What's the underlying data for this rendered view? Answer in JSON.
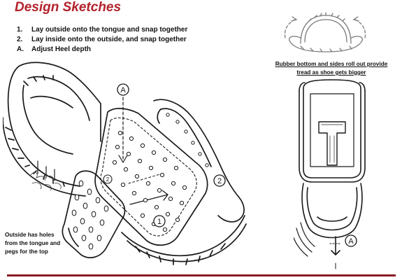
{
  "title": "Design Sketches",
  "colors": {
    "title": "#b3222a",
    "footer_rule": "#8b1b22",
    "ink": "#1a1a1a"
  },
  "steps": [
    {
      "num": "1.",
      "text": "Lay outside onto the tongue and snap together"
    },
    {
      "num": "2.",
      "text": "Lay inside onto the outside, and snap together"
    },
    {
      "num": "A.",
      "text": "Adjust Heel depth"
    }
  ],
  "captions": {
    "rubber_line1": "Rubber bottom and sides roll out provide",
    "rubber_line2": "tread as shoe gets bigger",
    "holes_line1": "Outside has holes",
    "holes_line2": "from the tongue and",
    "holes_line3": "pegs for the top"
  },
  "callouts": {
    "a_main": "A",
    "one": "1",
    "two": "2",
    "a_heel": "A"
  }
}
